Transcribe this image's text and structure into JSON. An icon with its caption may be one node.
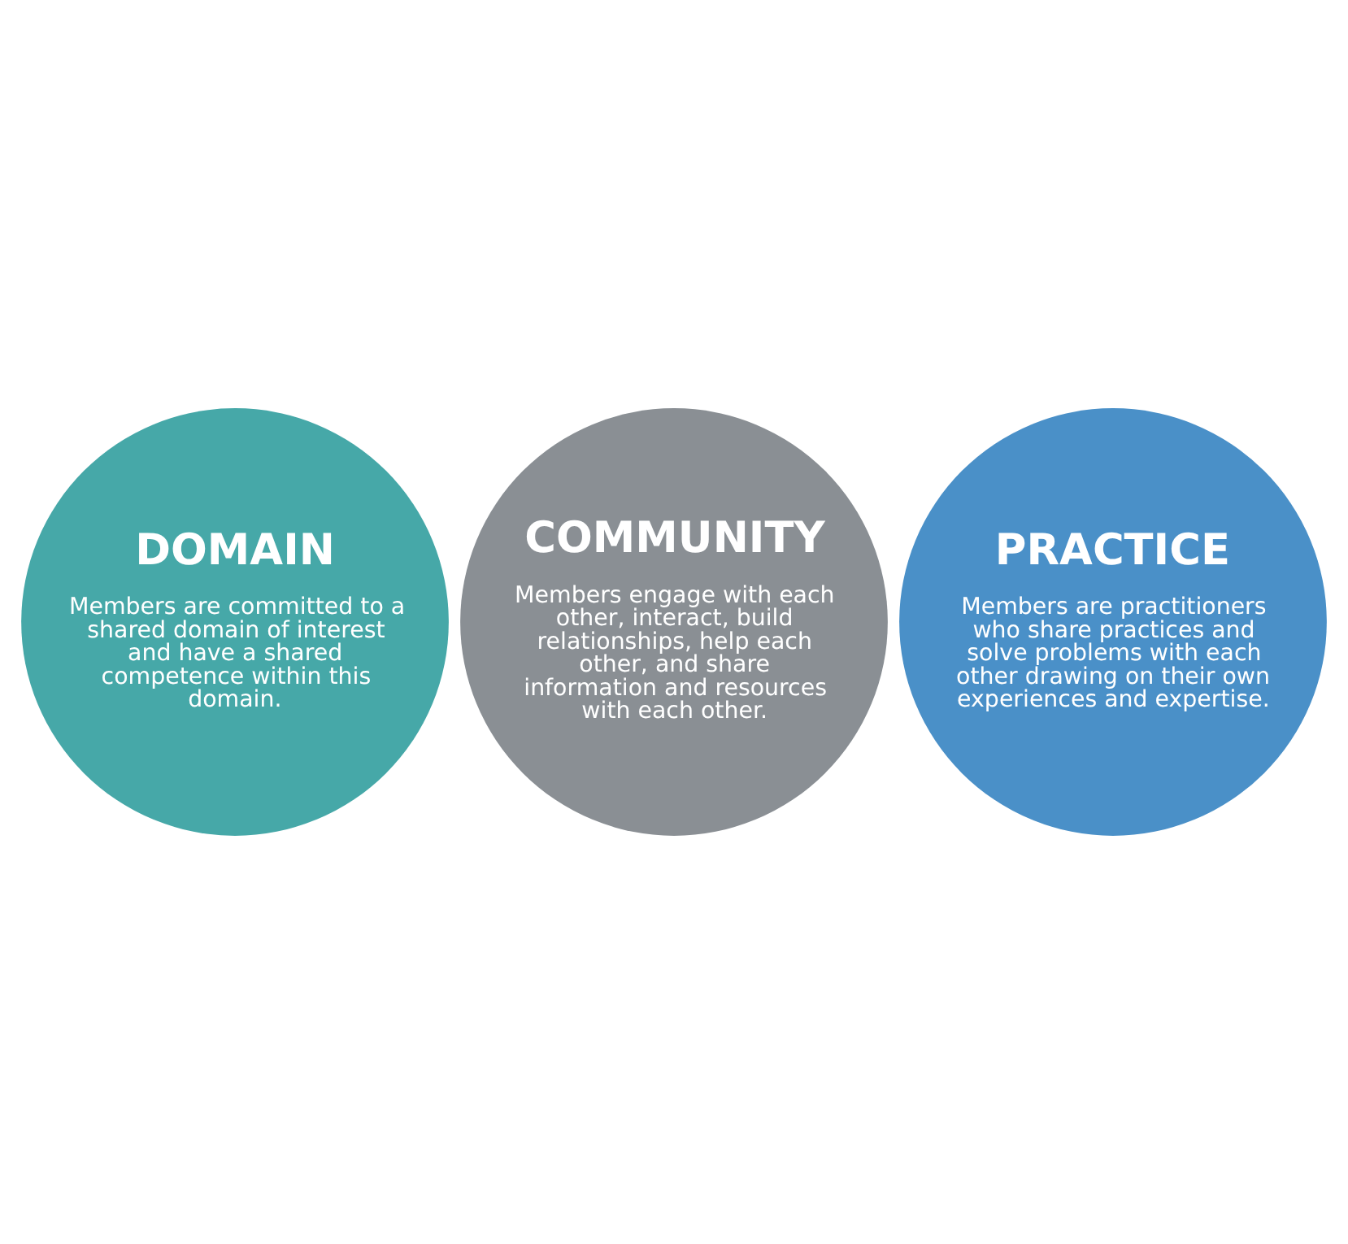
{
  "diagram": {
    "nodes": [
      {
        "text": [
          "DOMAIN",
          "Members are committed to a shared domain of interest and have a shared competence within this domain."
        ]
      },
      {
        "text": [
          "COMMUNITY",
          "Members engage with each other, interact, build relationships, help each other, and share information and resources with each other."
        ]
      },
      {
        "text": [
          "PRACTICE",
          "Members are practitioners who share practices and solve problems with each other drawing on their own experiences and expertise."
        ]
      }
    ],
    "edges": []
  }
}
